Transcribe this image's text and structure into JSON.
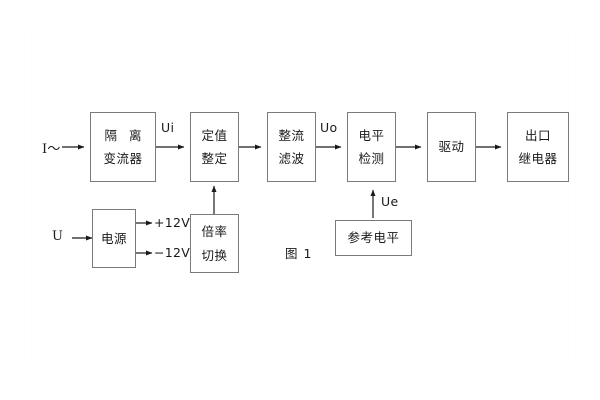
{
  "figure": {
    "caption": "图 1",
    "background_color": "#ffffff",
    "line_color": "#7a7a7a",
    "text_color": "#1a1a1a"
  },
  "blocks": [
    {
      "id": "isolation",
      "lines": [
        "隔 离",
        "变流器"
      ]
    },
    {
      "id": "setting",
      "lines": [
        "定值",
        "整定"
      ]
    },
    {
      "id": "rectify",
      "lines": [
        "整流",
        "滤波"
      ]
    },
    {
      "id": "level-detect",
      "lines": [
        "电平",
        "检测"
      ]
    },
    {
      "id": "drive",
      "lines": [
        "驱动"
      ]
    },
    {
      "id": "output-relay",
      "lines": [
        "出口",
        "继电器"
      ]
    },
    {
      "id": "power-supply",
      "lines": [
        "电源"
      ]
    },
    {
      "id": "multiplier",
      "lines": [
        "倍率",
        "切换"
      ]
    },
    {
      "id": "reference",
      "lines": [
        "参考电平"
      ]
    }
  ],
  "signals": {
    "current_input": "I～",
    "voltage_input": "U",
    "ui": "Ui",
    "uo": "Uo",
    "ue": "Ue",
    "rail_positive": "+12V",
    "rail_negative": "−12V"
  }
}
